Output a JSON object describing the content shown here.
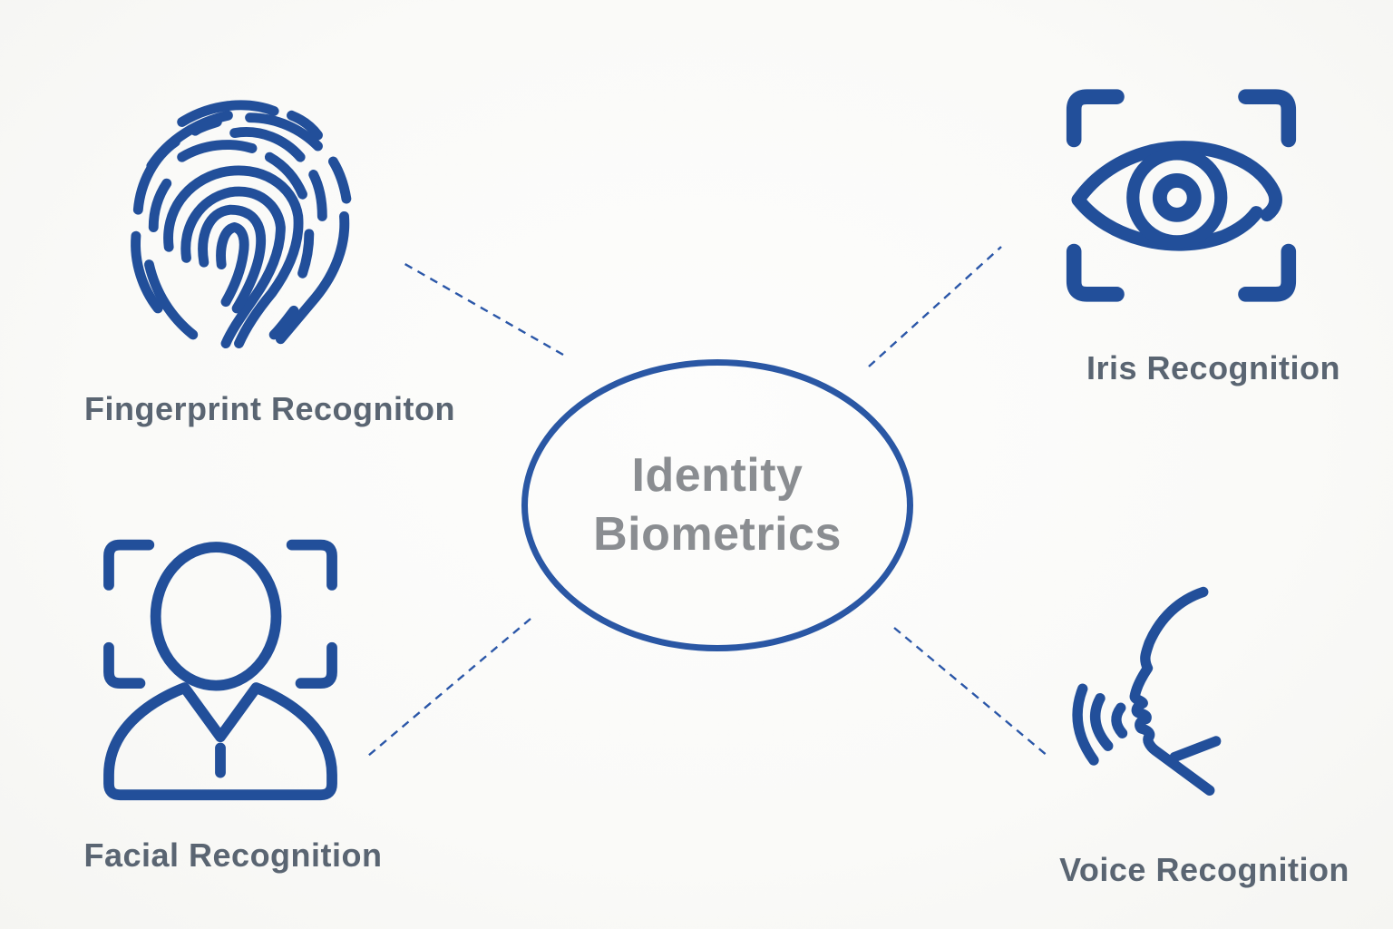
{
  "diagram": {
    "title_node": {
      "line1": "Identity",
      "line2": "Biometrics"
    },
    "nodes": [
      {
        "id": "fingerprint",
        "label": "Fingerprint Recogniton",
        "icon": "fingerprint-icon",
        "position": "top-left"
      },
      {
        "id": "iris",
        "label": "Iris Recognition",
        "icon": "iris-scan-icon",
        "position": "top-right"
      },
      {
        "id": "facial",
        "label": "Facial Recognition",
        "icon": "face-scan-icon",
        "position": "bottom-left"
      },
      {
        "id": "voice",
        "label": "Voice Recognition",
        "icon": "voice-speech-icon",
        "position": "bottom-right"
      }
    ],
    "connectors": [
      {
        "from": "center",
        "to": "fingerprint",
        "style": "dashed"
      },
      {
        "from": "center",
        "to": "iris",
        "style": "dashed"
      },
      {
        "from": "center",
        "to": "facial",
        "style": "dashed"
      },
      {
        "from": "center",
        "to": "voice",
        "style": "dashed"
      }
    ],
    "colors": {
      "icon_blue": "#224f9a",
      "ellipse_border_blue": "#2a57a4",
      "connector_blue": "#2b57a8",
      "label_gray": "#5a6572",
      "center_text_gray": "#8a8d91",
      "background": "#fafaf8"
    }
  }
}
